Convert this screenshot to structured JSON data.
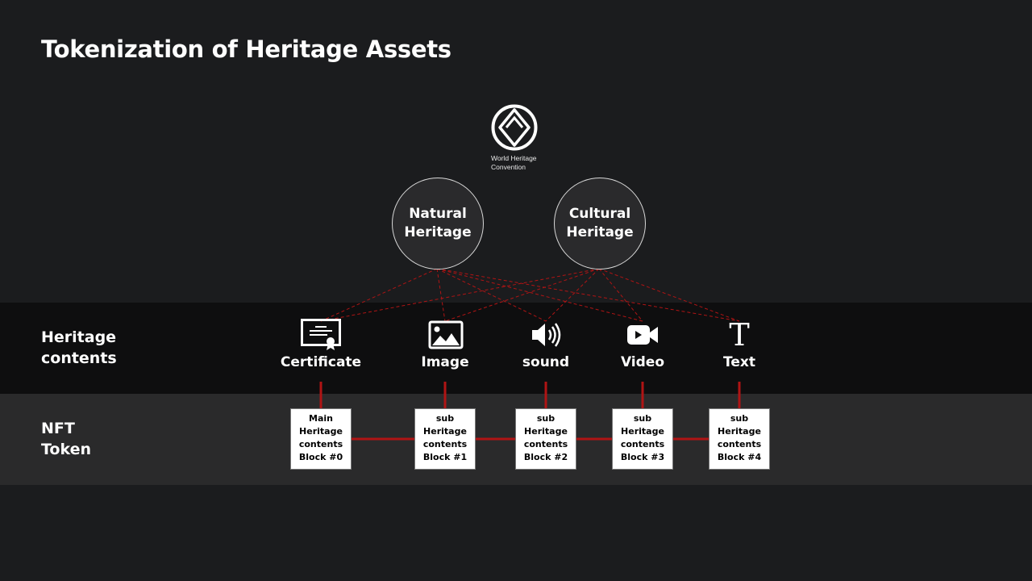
{
  "title": "Tokenization of Heritage Assets",
  "logo": {
    "name": "world-heritage-emblem",
    "line1": "World Heritage",
    "line2": "Convention"
  },
  "heritage_types": [
    {
      "line1": "Natural",
      "line2": "Heritage"
    },
    {
      "line1": "Cultural",
      "line2": "Heritage"
    }
  ],
  "rows": {
    "contents": {
      "line1": "Heritage",
      "line2": "contents"
    },
    "nft": {
      "line1": "NFT",
      "line2": "Token"
    }
  },
  "contents": [
    {
      "label": "Certificate",
      "icon": "certificate-icon"
    },
    {
      "label": "Image",
      "icon": "image-icon"
    },
    {
      "label": "sound",
      "icon": "sound-icon"
    },
    {
      "label": "Video",
      "icon": "video-icon"
    },
    {
      "label": "Text",
      "icon": "text-icon",
      "glyph": "T"
    }
  ],
  "blocks": [
    {
      "line1": "Main",
      "line2": "Heritage",
      "line3": "contents",
      "line4": "Block #0"
    },
    {
      "line1": "sub",
      "line2": "Heritage",
      "line3": "contents",
      "line4": "Block #1"
    },
    {
      "line1": "sub",
      "line2": "Heritage",
      "line3": "contents",
      "line4": "Block #2"
    },
    {
      "line1": "sub",
      "line2": "Heritage",
      "line3": "contents",
      "line4": "Block #3"
    },
    {
      "line1": "sub",
      "line2": "Heritage",
      "line3": "contents",
      "line4": "Block #4"
    }
  ],
  "colors": {
    "background": "#1b1c1e",
    "link": "#b01414",
    "contents_band": "#0e0e0f",
    "nft_band": "#2a2a2b"
  }
}
